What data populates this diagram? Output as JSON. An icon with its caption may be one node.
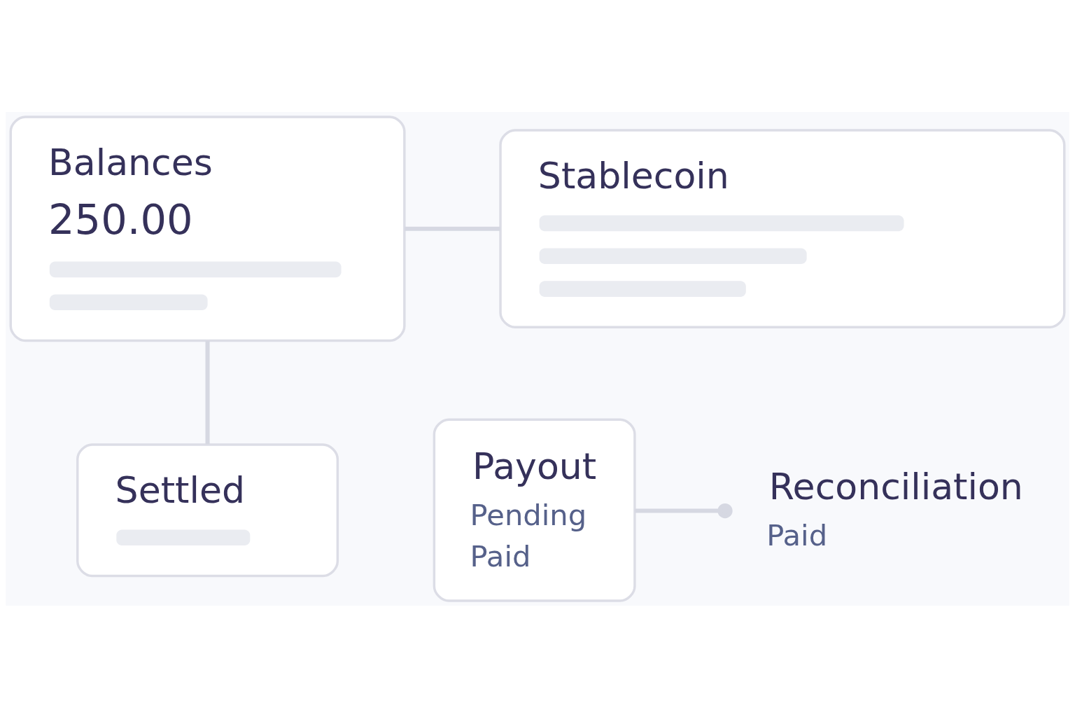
{
  "diagram": {
    "nodes": [
      {
        "text": [
          "Balances",
          "250.00"
        ]
      },
      {
        "text": [
          "Stablecoin"
        ]
      },
      {
        "text": [
          "Settled"
        ]
      },
      {
        "text": [
          "Payout",
          "Pending",
          "Paid"
        ]
      },
      {
        "text": [
          "Reconciliation",
          "Paid"
        ]
      }
    ],
    "edges": [
      {
        "from": 0,
        "to": 1,
        "arrow": "none"
      },
      {
        "from": 0,
        "to": 2,
        "arrow": "none"
      },
      {
        "from": 3,
        "to": 4,
        "arrow": "other"
      }
    ]
  }
}
